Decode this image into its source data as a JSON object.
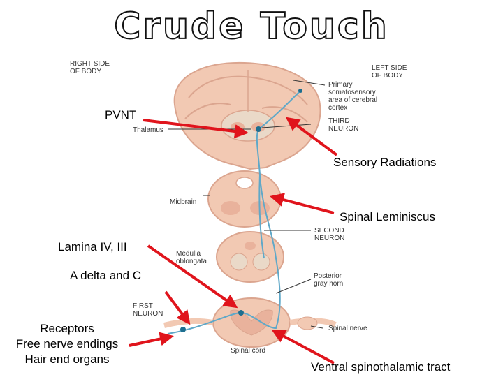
{
  "title": "Crude Touch",
  "figure_labels": {
    "right_side": [
      "RIGHT SIDE",
      "OF BODY"
    ],
    "left_side": [
      "LEFT SIDE",
      "OF BODY"
    ],
    "primary_area": [
      "Primary",
      "somatosensory",
      "area of cerebral",
      "cortex"
    ],
    "third_neuron": [
      "THIRD",
      "NEURON"
    ],
    "thalamus": "Thalamus",
    "midbrain": "Midbrain",
    "second_neuron": [
      "SECOND",
      "NEURON"
    ],
    "medulla": [
      "Medulla",
      "oblongata"
    ],
    "posterior_horn": [
      "Posterior",
      "gray horn"
    ],
    "first_neuron": [
      "FIRST",
      "NEURON"
    ],
    "spinal_nerve": "Spinal nerve",
    "spinal_cord": "Spinal cord"
  },
  "annotations": {
    "pvnt": "PVNT",
    "sensory_radiations": "Sensory Radiations",
    "spinal_leminiscus": "Spinal Leminiscus",
    "lamina": "Lamina IV, III",
    "a_delta_c": "A delta and C",
    "receptors": [
      "Receptors",
      "Free nerve endings",
      "Hair end organs"
    ],
    "ventral_tract": "Ventral spinothalamic tract"
  },
  "colors": {
    "arrow": "#e0141c",
    "tissue": "#f2c9b3",
    "tissue_dark": "#dba58f",
    "pathway": "#5fa8c8"
  }
}
